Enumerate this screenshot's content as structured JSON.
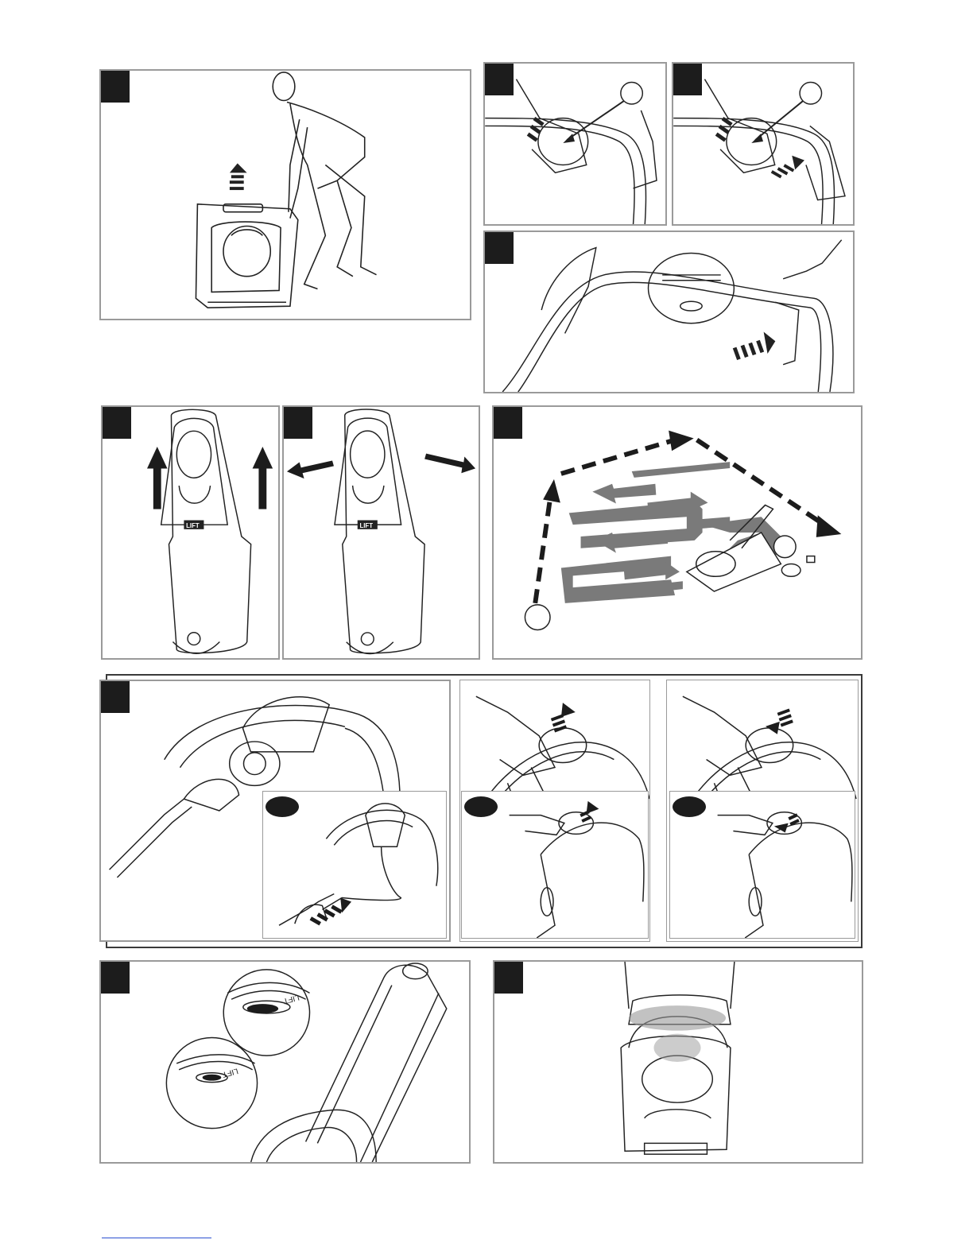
{
  "lift_label": "LIFT",
  "fig10": {
    "inset_top_label": "LIFT",
    "inset_bottom_label": "LIFT"
  }
}
